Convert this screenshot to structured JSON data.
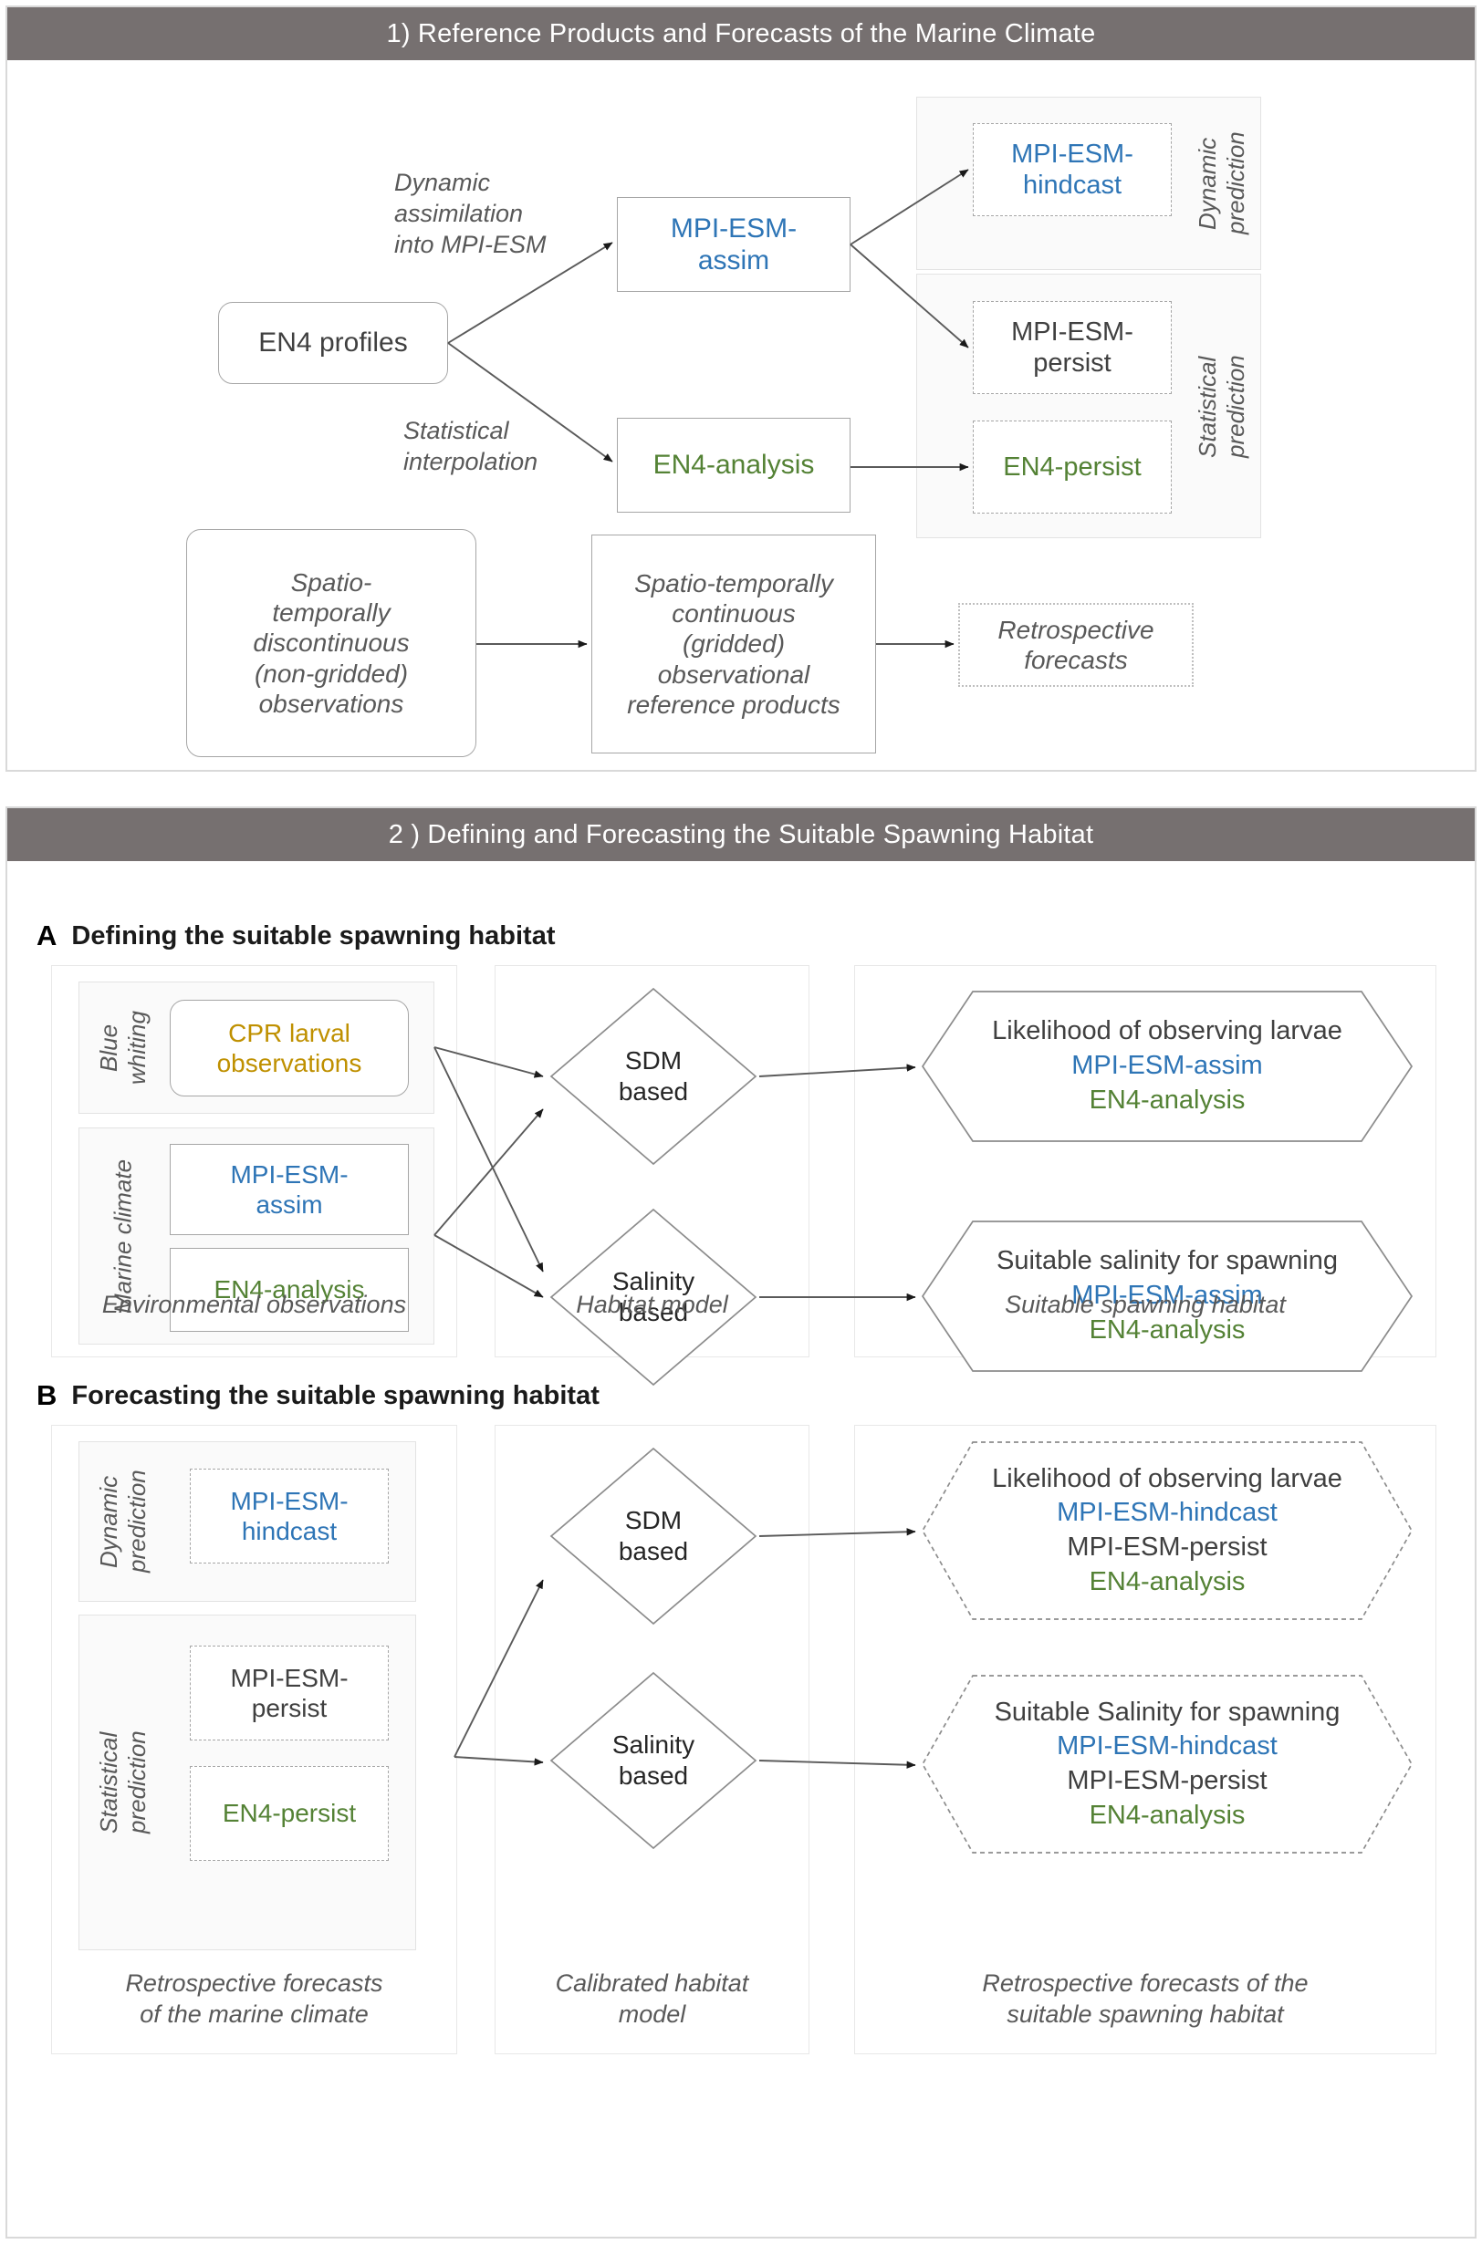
{
  "panel1": {
    "header": "1) Reference Products and Forecasts of the Marine Climate",
    "nodes": {
      "en4_profiles": "EN4 profiles",
      "mpi_assim_l1": "MPI-ESM-",
      "mpi_assim_l2": "assim",
      "en4_analysis": "EN4-analysis",
      "mpi_hindcast_l1": "MPI-ESM-",
      "mpi_hindcast_l2": "hindcast",
      "mpi_persist_l1": "MPI-ESM-",
      "mpi_persist_l2": "persist",
      "en4_persist": "EN4-persist",
      "discontinuous": "Spatio-\ntemporally\ndiscontinuous\n(non-gridded)\nobservations",
      "continuous": "Spatio-temporally\ncontinuous\n(gridded)\nobservational\nreference products",
      "retrospective": "Retrospective\nforecasts"
    },
    "edge_labels": {
      "dynamic_assim": "Dynamic\nassimilation\ninto MPI-ESM",
      "statistical_interp": "Statistical\ninterpolation"
    },
    "group_labels": {
      "dynamic_prediction": "Dynamic\nprediction",
      "statistical_prediction": "Statistical\nprediction"
    }
  },
  "panel2": {
    "header": "2 ) Defining and Forecasting the Suitable Spawning Habitat",
    "sectionA": {
      "letter": "A",
      "title": "Defining the suitable spawning habitat",
      "vlabels": {
        "blue_whiting": "Blue\nwhiting",
        "marine_climate": "Marine climate"
      },
      "nodes": {
        "cpr_l1": "CPR larval",
        "cpr_l2": "observations",
        "mpi_assim_l1": "MPI-ESM-",
        "mpi_assim_l2": "assim",
        "en4_analysis": "EN4-analysis",
        "sdm_l1": "SDM",
        "sdm_l2": "based",
        "salinity_l1": "Salinity",
        "salinity_l2": "based"
      },
      "outputs": {
        "likelihood_title": "Likelihood of observing larvae",
        "likelihood_items": [
          "MPI-ESM-assim",
          "EN4-analysis"
        ],
        "salinity_title": "Suitable salinity for spawning",
        "salinity_items": [
          "MPI-ESM-assim",
          "EN4-analysis"
        ]
      },
      "captions": {
        "left": "Environmental observations",
        "mid": "Habitat model",
        "right": "Suitable spawning habitat"
      }
    },
    "sectionB": {
      "letter": "B",
      "title": "Forecasting the suitable spawning habitat",
      "vlabels": {
        "dynamic_prediction": "Dynamic\nprediction",
        "statistical_prediction": "Statistical\nprediction"
      },
      "nodes": {
        "mpi_hindcast_l1": "MPI-ESM-",
        "mpi_hindcast_l2": "hindcast",
        "mpi_persist_l1": "MPI-ESM-",
        "mpi_persist_l2": "persist",
        "en4_persist": "EN4-persist",
        "sdm_l1": "SDM",
        "sdm_l2": "based",
        "salinity_l1": "Salinity",
        "salinity_l2": "based"
      },
      "outputs": {
        "likelihood_title": "Likelihood of observing larvae",
        "likelihood_items": [
          "MPI-ESM-hindcast",
          "MPI-ESM-persist",
          "EN4-analysis"
        ],
        "salinity_title": "Suitable Salinity for spawning",
        "salinity_items": [
          "MPI-ESM-hindcast",
          "MPI-ESM-persist",
          "EN4-analysis"
        ]
      },
      "captions": {
        "left": "Retrospective forecasts\nof the marine climate",
        "mid": "Calibrated habitat\nmodel",
        "right": "Retrospective forecasts of the\nsuitable spawning habitat"
      }
    }
  },
  "colors": {
    "header_bar": "#767070",
    "blue": "#2e75b6",
    "green": "#548235",
    "gold": "#bf9000",
    "dark": "#404040",
    "border": "#a6a6a6"
  }
}
